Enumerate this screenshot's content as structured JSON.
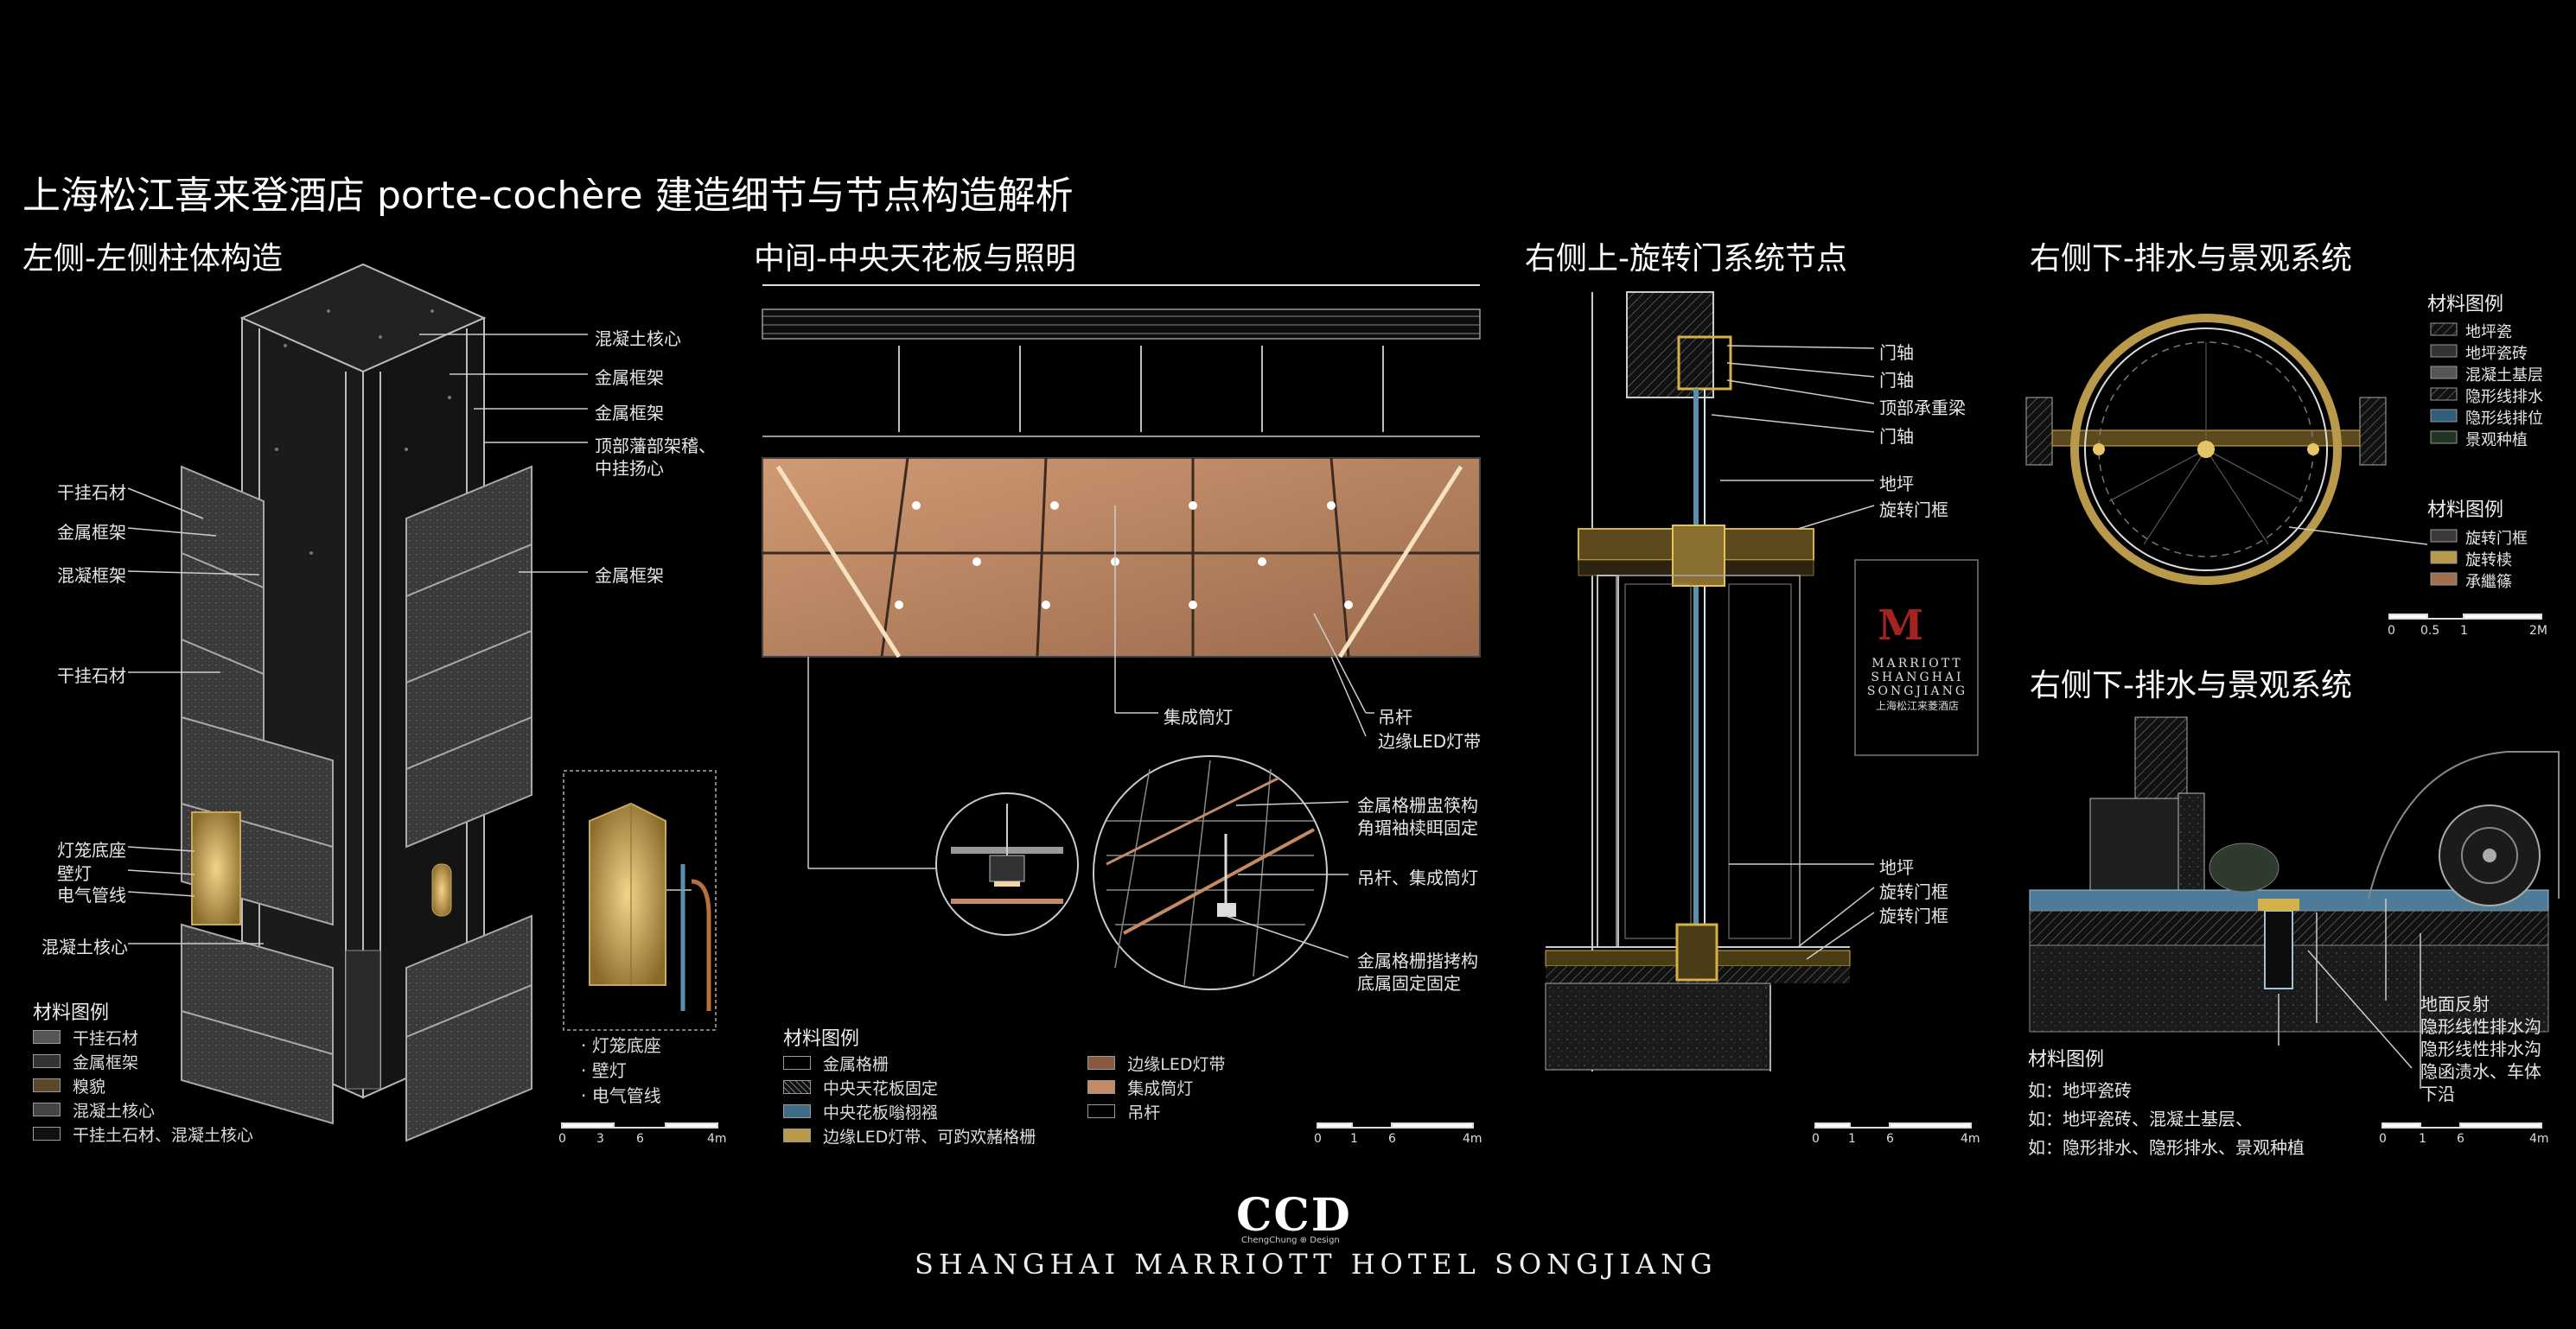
{
  "title": "上海松江喜来登酒店 porte-cochère 建造细节与节点构造解析",
  "sections": {
    "left": "左侧-左侧柱体构造",
    "middle": "中间-中央天花板与照明",
    "right_top": "右侧上-旋转门系统节点",
    "right_bottom_1": "右侧下-排水与景观系统",
    "right_bottom_2": "右侧下-排水与景观系统"
  },
  "left_column": {
    "labels_right": [
      "混凝土核心",
      "金属框架",
      "金属框架",
      "顶部藩部架稽、",
      "中挂扬心",
      "金属框架"
    ],
    "labels_left": [
      "干挂石材",
      "金属框架",
      "混凝框架",
      "干挂石材",
      "灯笼底座",
      "壁灯",
      "电气管线",
      "混凝土核心"
    ],
    "detail_bullets": [
      "· 灯笼底座",
      "· 壁灯",
      "· 电气管线"
    ],
    "legend_title": "材料图例",
    "legend": [
      "干挂石材",
      "金属框架",
      "糗貌",
      "混凝土核心",
      "干挂土石材、混凝土核心"
    ],
    "scale": [
      "0",
      "3",
      "6",
      "4m"
    ]
  },
  "middle_ceiling": {
    "labels": [
      "集成筒灯",
      "吊杆",
      "边缘LED灯带",
      "金属格栅盅筷构",
      "角瑂袖椟眲固定",
      "吊杆、集成筒灯",
      "金属格栅揩拷构",
      "底属固定固定"
    ],
    "legend_title": "材料图例",
    "legend_left": [
      "金属格栅",
      "中央天花板固定",
      "中央花板嗡栩襁",
      "边缘LED灯带、可趵欢赭格栅"
    ],
    "legend_right": [
      "边缘LED灯带",
      "集成筒灯",
      "吊杆"
    ],
    "scale": [
      "0",
      "1",
      "6",
      "4m"
    ]
  },
  "revolving_door": {
    "labels_top": [
      "门轴",
      "门轴",
      "顶部承重梁",
      "门轴",
      "地坪",
      "旋转门框"
    ],
    "labels_bottom": [
      "地坪",
      "旋转门框",
      "旋转门框"
    ],
    "sign": {
      "brand_line1": "MARRIOTT",
      "brand_line2": "SHANGHAI",
      "brand_line3": "SONGJIANG",
      "brand_cn": "上海松江来菱酒店"
    },
    "scale": [
      "0",
      "1",
      "6",
      "4m"
    ]
  },
  "drainage_plan": {
    "legend1_title": "材料图例",
    "legend1": [
      "地坪瓷",
      "地坪瓷砖",
      "混凝土基层",
      "隐形线排水",
      "隐形线排位",
      "景观种植"
    ],
    "legend2_title": "材料图例",
    "legend2": [
      "旋转门框",
      "旋转椟",
      "承繼篠"
    ],
    "scale": [
      "0",
      "0.5",
      "1",
      "2M"
    ]
  },
  "drainage_section": {
    "labels": [
      "地面反射",
      "隐形线性排水沟",
      "隐形线性排水沟",
      "隐函渍水、车体",
      "下沿"
    ],
    "legend_title": "材料图例",
    "legend": [
      "如：地坪瓷砖",
      "如：地坪瓷砖、混凝土基层、",
      "如：隐形排水、隐形排水、景观种植"
    ],
    "scale": [
      "0",
      "1",
      "6",
      "4m"
    ]
  },
  "footer": {
    "logo": "CCD",
    "logo_sub": "ChengChung ⊕ Design",
    "hotel": "SHANGHAI MARRIOTT HOTEL SONGJIANG"
  },
  "colors": {
    "background": "#000000",
    "copper": "#c48a66",
    "gold": "#b89a4a",
    "line": "#d0d0d0",
    "glass": "#5a8fb0"
  }
}
